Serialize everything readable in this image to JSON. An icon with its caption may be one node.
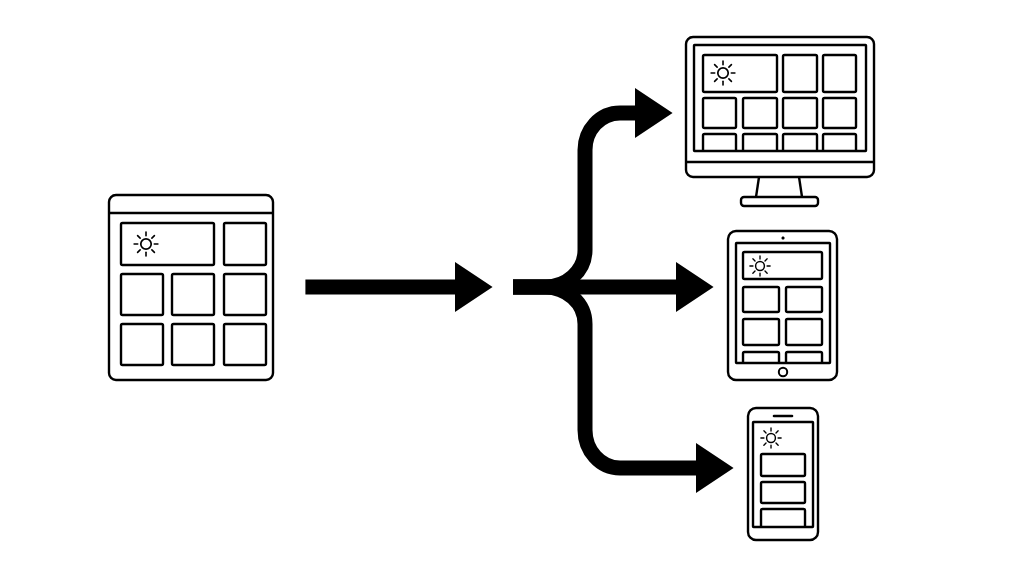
{
  "diagram": {
    "nodes": [
      {
        "text": [],
        "shape": "picture"
      },
      {
        "text": [],
        "shape": "picture"
      },
      {
        "text": [],
        "shape": "picture"
      },
      {
        "text": [],
        "shape": "picture"
      }
    ],
    "edges": [
      {
        "from": 0,
        "to": null,
        "arrow": "to"
      },
      {
        "from": null,
        "to": 1,
        "arrow": "to"
      },
      {
        "from": null,
        "to": 2,
        "arrow": "to"
      },
      {
        "from": null,
        "to": 3,
        "arrow": "to"
      }
    ]
  }
}
